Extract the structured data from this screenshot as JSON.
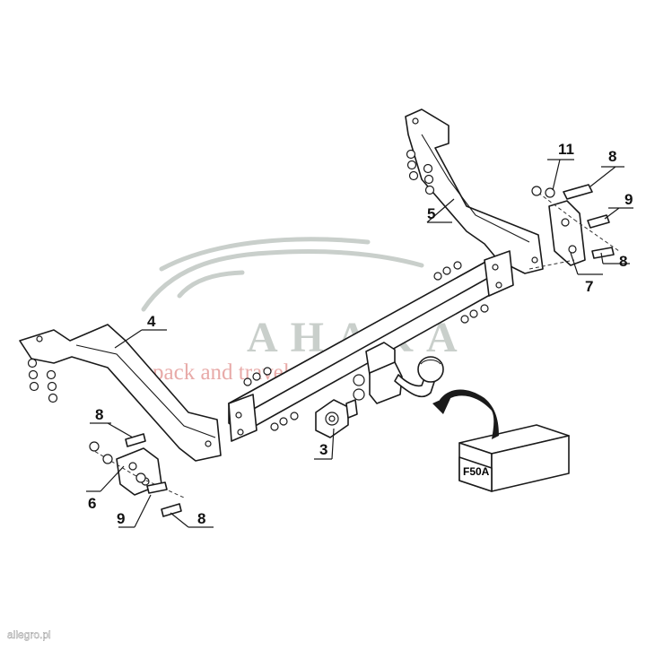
{
  "watermark": {
    "brand": "AHAKA",
    "tagline": "pack and travel",
    "brand_color": "#c9cfcb",
    "tagline_color": "#e8aaa8"
  },
  "part_labels": [
    "3",
    "4",
    "5",
    "6",
    "7",
    "8",
    "8",
    "8",
    "8",
    "9",
    "9",
    "11"
  ],
  "electrical_kit": {
    "label": "F50A"
  },
  "source_credit": "allegro.pl"
}
